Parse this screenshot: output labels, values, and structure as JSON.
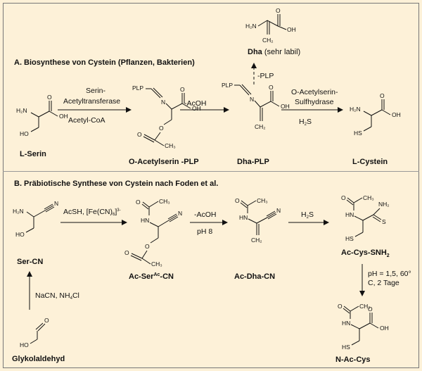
{
  "section_a": {
    "title": "A. Biosynthese von Cystein (Pflanzen, Bakterien)",
    "compounds": {
      "l_serin": "L-Serin",
      "o_acetylserin_plp": "O-Acetylserin -PLP",
      "dha_plp": "Dha-PLP",
      "l_cystein": "L-Cystein",
      "dha_prefix": "Dha",
      "dha_suffix": "(sehr labil)"
    },
    "arrows": {
      "enzyme1_line1": "Serin-",
      "enzyme1_line2": "Acetyltransferase",
      "reagent1": "Acetyl-CoA",
      "step2": "-AcOH",
      "enzyme3_line1": "O-Acetylserin-",
      "enzyme3_line2": "Sulfhydrase",
      "reagent3_main": "H",
      "reagent3_sub": "2",
      "reagent3_end": "S",
      "up_label": "-PLP"
    }
  },
  "section_b": {
    "title": "B. Präbiotische Synthese von Cystein nach Foden et al.",
    "compounds": {
      "ser_cn": "Ser-CN",
      "ac_ser_main": "Ac-Ser",
      "ac_ser_sup": "Ac",
      "ac_ser_end": "-CN",
      "ac_dha_cn": "Ac-Dha-CN",
      "ac_cys_main": "Ac-Cys-SNH",
      "ac_cys_sub": "2",
      "n_ac_cys": "N-Ac-Cys",
      "glykolaldehyd": "Glykolaldehyd"
    },
    "arrows": {
      "r1_a": "AcSH, [Fe(CN)",
      "r1_sub": "6",
      "r1_b": "]",
      "r1_sup": "3-",
      "r2_top": "-AcOH",
      "r2_bottom": "pH 8",
      "r3_main": "H",
      "r3_sub": "2",
      "r3_end": "S",
      "r4_line1": "pH = 1,5, 60°",
      "r4_line2": "C, 2 Tage",
      "r5_a": "NaCN, NH",
      "r5_sub": "4",
      "r5_b": "Cl"
    }
  },
  "atoms": {
    "h2n": "H₂N",
    "nh2": "NH₂",
    "oh": "OH",
    "ho": "HO",
    "o": "O",
    "n": "N",
    "hn": "HN",
    "hs": "HS",
    "s": "S",
    "ch3": "CH₃",
    "ch2": "CH₂",
    "plp": "PLP"
  }
}
